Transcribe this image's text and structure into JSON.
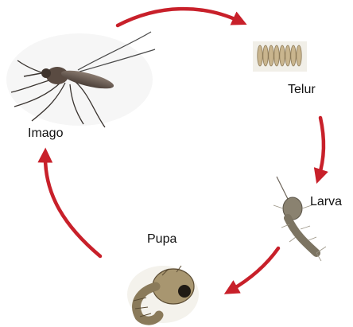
{
  "diagram": {
    "stages": [
      {
        "id": "telur",
        "label": "Telur"
      },
      {
        "id": "larva",
        "label": "Larva"
      },
      {
        "id": "pupa",
        "label": "Pupa"
      },
      {
        "id": "imago",
        "label": "Imago"
      }
    ],
    "arrow_color": "#c8202a"
  }
}
